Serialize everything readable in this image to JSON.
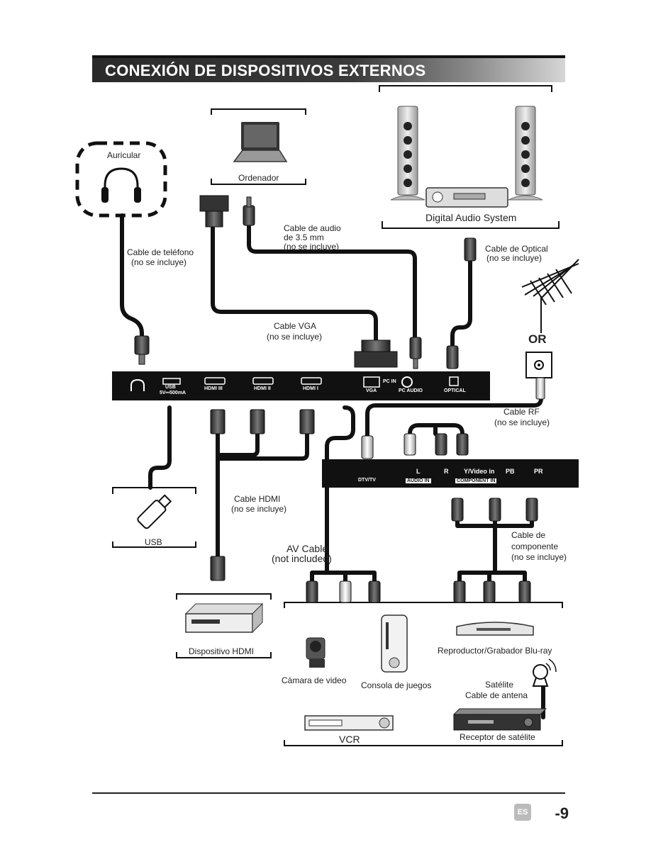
{
  "header": {
    "title": "CONEXIÓN DE DISPOSITIVOS EXTERNOS"
  },
  "devices": {
    "headphone": "Auricular",
    "computer": "Ordenador",
    "audio_system": "Digital Audio System",
    "usb": "USB",
    "hdmi_device": "Dispositivo HDMI",
    "camcorder": "Cámara de video",
    "game_console": "Consola de juegos",
    "bluray": "Reproductor/Grabador Blu-ray",
    "satellite_line1": "Satélite",
    "satellite_line2": "Cable de antena",
    "vcr": "VCR",
    "sat_receiver": "Receptor de satélite"
  },
  "cables": {
    "phone_line1": "Cable de teléfono",
    "phone_line2": "(no se incluye)",
    "audio_line1": "Cable de audio",
    "audio_line2": "de 3.5 mm",
    "audio_line3": "(no se incluye)",
    "optical_line1": "Cable de Optical",
    "optical_line2": "(no se incluye)",
    "vga_line1": "Cable VGA",
    "vga_line2": "(no se incluye)",
    "rf_line1": "Cable RF",
    "rf_line2": "(no se incluye)",
    "hdmi_line1": "Cable HDMI",
    "hdmi_line2": "(no se incluye)",
    "av_line1": "AV Cable",
    "av_line2": "(not included)",
    "comp_line1": "Cable de",
    "comp_line2": "componente",
    "comp_line3": "(no se incluye)"
  },
  "or_label": "OR",
  "panel_top": {
    "usb": "USB",
    "usb_spec": "5V⎓500mA",
    "hdmi3": "HDMI III",
    "hdmi2": "HDMI II",
    "hdmi1": "HDMI I",
    "pc_in": "PC IN",
    "vga": "VGA",
    "pc_audio": "PC AUDIO",
    "optical": "OPTICAL"
  },
  "panel_bottom": {
    "dtv": "DTV/TV",
    "l": "L",
    "r": "R",
    "y_video": "Y/Video in",
    "pb": "PB",
    "pr": "PR",
    "audio_in": "AUDIO IN",
    "component_in": "COMPONENT IN"
  },
  "footer": {
    "lang": "ES",
    "page": "-9"
  },
  "colors": {
    "header": "#333333",
    "panel": "#111111",
    "cable": "#1a1a1a"
  }
}
